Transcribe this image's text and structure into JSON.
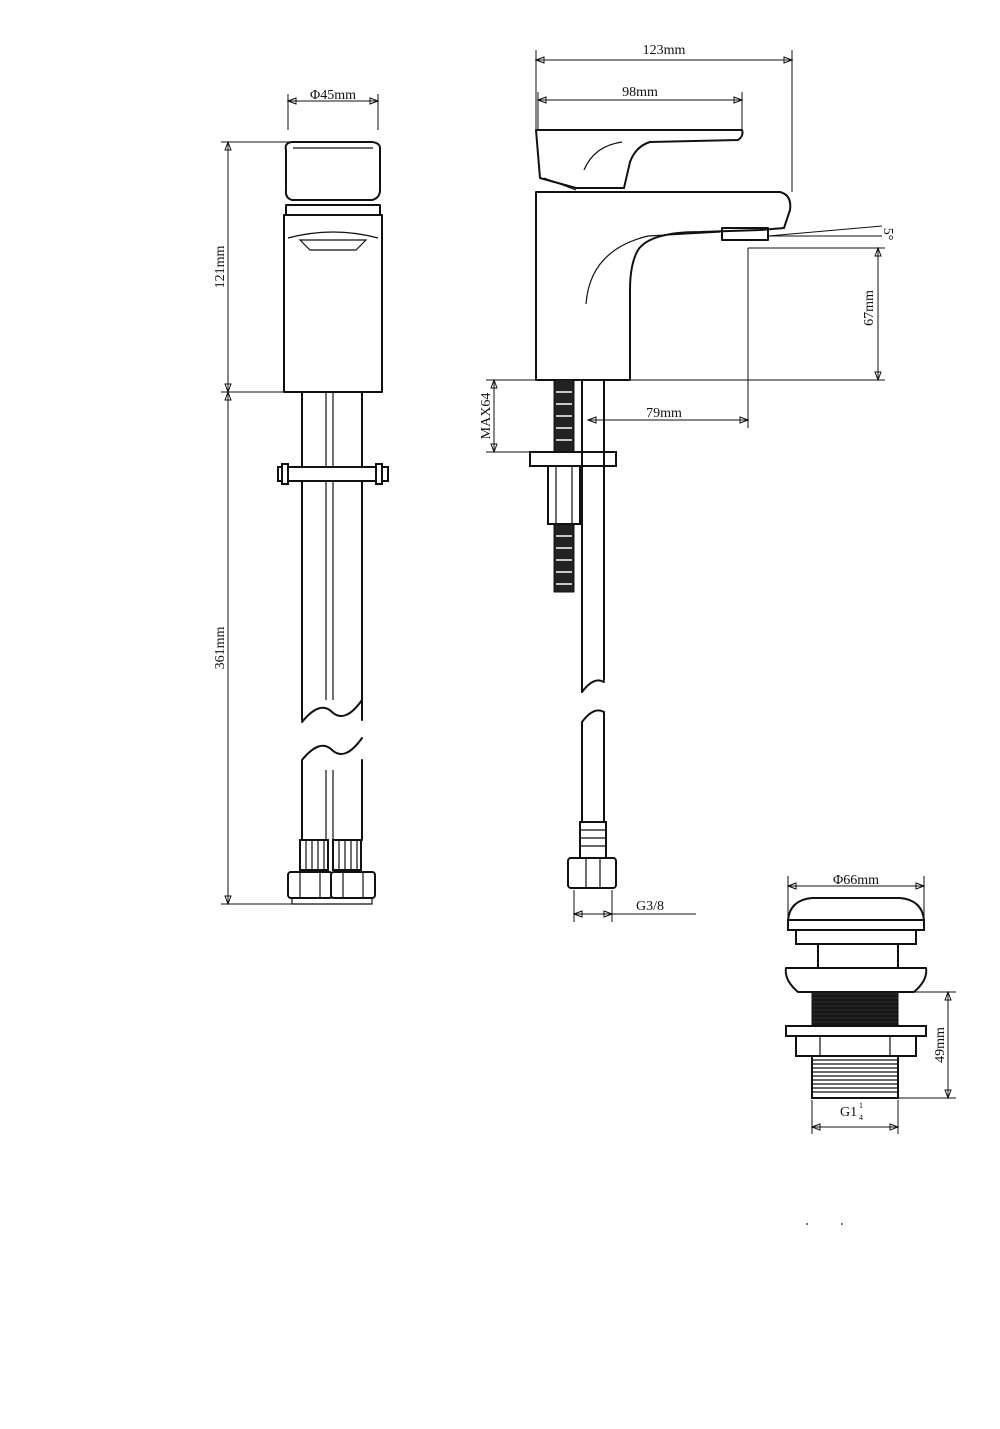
{
  "dimensions": {
    "front_diameter": "Φ45mm",
    "front_body_height": "121mm",
    "front_hose_length": "361mm",
    "side_total_length": "123mm",
    "side_handle_length": "98mm",
    "spout_angle": "5°",
    "spout_height": "67mm",
    "max_deck_thickness": "MAX64",
    "spout_reach": "79mm",
    "hose_thread": "G3/8",
    "waste_diameter": "Φ66mm",
    "waste_height": "49mm",
    "waste_thread_main": "G1",
    "waste_thread_num": "1",
    "waste_thread_den": "4"
  },
  "colors": {
    "line": "#111111",
    "background": "#ffffff"
  },
  "icons": {
    "front": "faucet-front-view",
    "side": "faucet-side-view",
    "waste": "pop-up-waste-icon"
  }
}
